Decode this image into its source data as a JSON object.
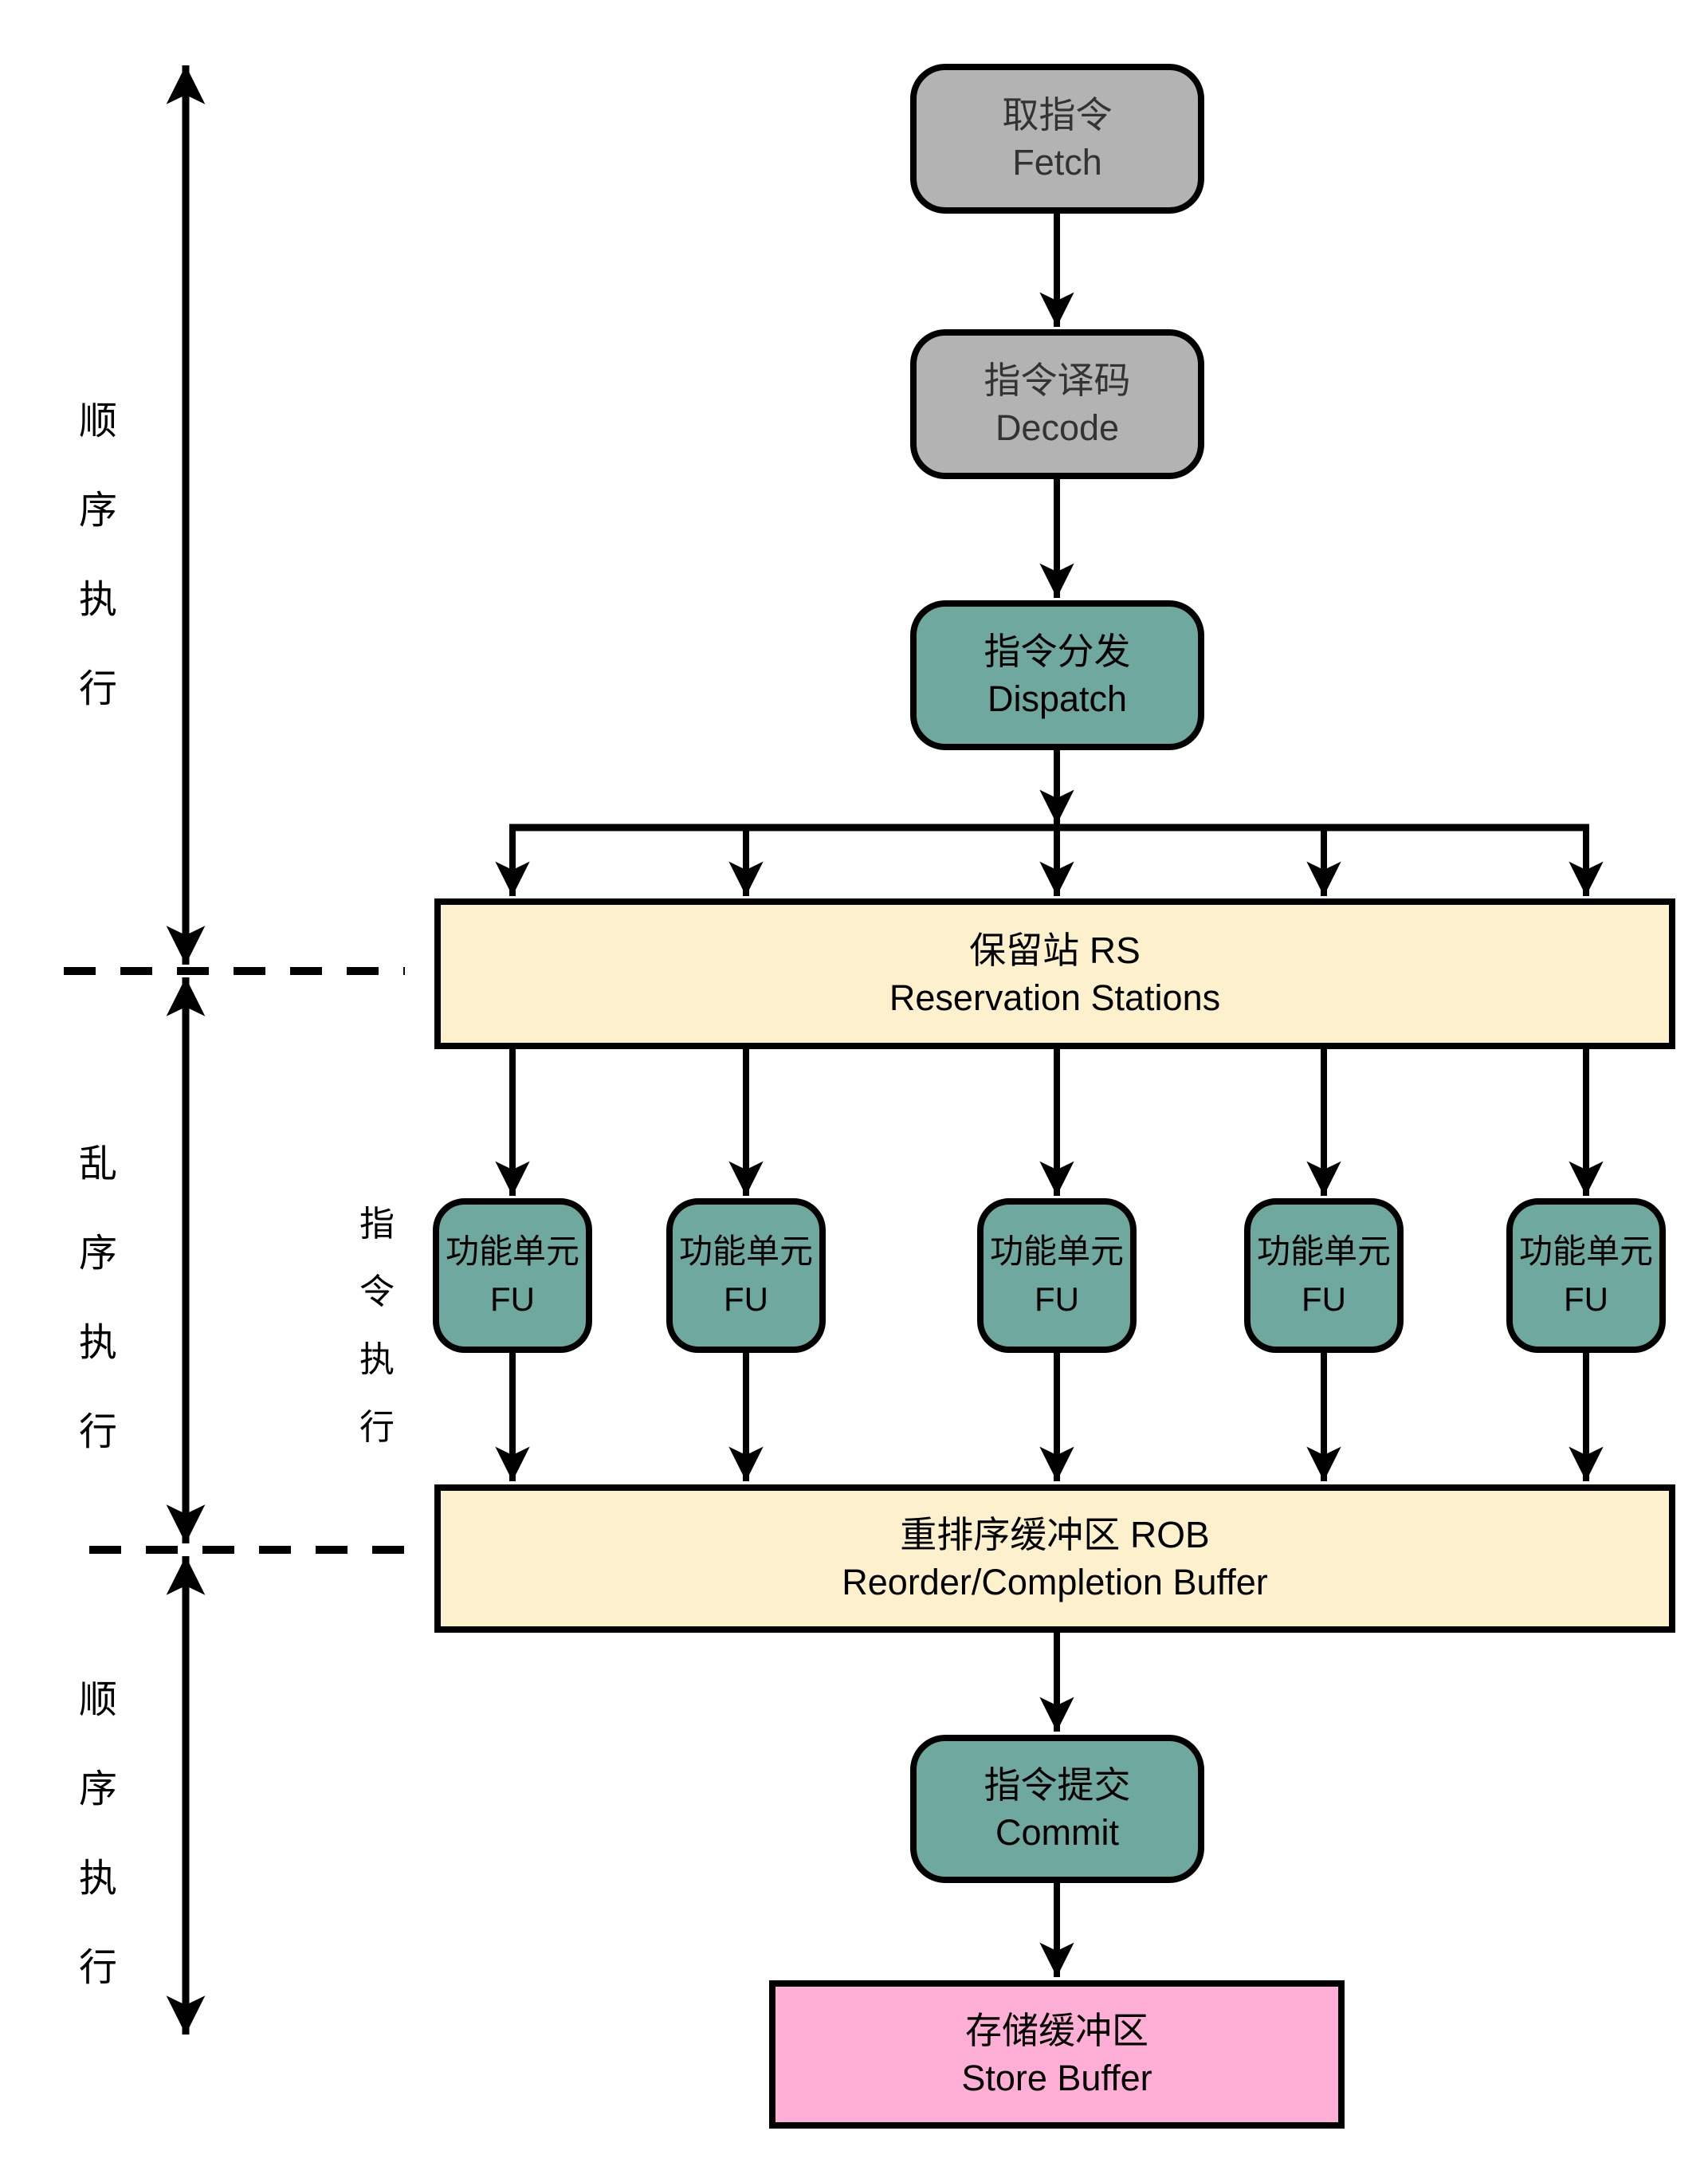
{
  "diagram": {
    "description_colors": {
      "stage_gray": "#b3b3b3",
      "stage_teal": "#6fa89e",
      "buffer_yellow": "#fdf0cc",
      "store_pink": "#ffaed6",
      "line_black": "#000000",
      "gray_text": "#333333"
    },
    "nodes": {
      "fetch": {
        "zh": "取指令",
        "en": "Fetch"
      },
      "decode": {
        "zh": "指令译码",
        "en": "Decode"
      },
      "dispatch": {
        "zh": "指令分发",
        "en": "Dispatch"
      },
      "rs": {
        "zh": "保留站 RS",
        "en": "Reservation Stations"
      },
      "fu": {
        "zh": "功能单元",
        "en": "FU"
      },
      "rob": {
        "zh": "重排序缓冲区 ROB",
        "en": "Reorder/Completion Buffer"
      },
      "commit": {
        "zh": "指令提交",
        "en": "Commit"
      },
      "store_buffer": {
        "zh": "存储缓冲区",
        "en": "Store Buffer"
      }
    },
    "side_labels": {
      "in_order_top": {
        "text": "顺序执行",
        "chars": [
          "顺",
          "序",
          "执",
          "行"
        ]
      },
      "out_of_order": {
        "text": "乱序执行",
        "chars": [
          "乱",
          "序",
          "执",
          "行"
        ]
      },
      "in_order_bottom": {
        "text": "顺序执行",
        "chars": [
          "顺",
          "序",
          "执",
          "行"
        ]
      },
      "execute": {
        "text": "指令执行",
        "chars": [
          "指",
          "令",
          "执",
          "行"
        ]
      }
    }
  }
}
